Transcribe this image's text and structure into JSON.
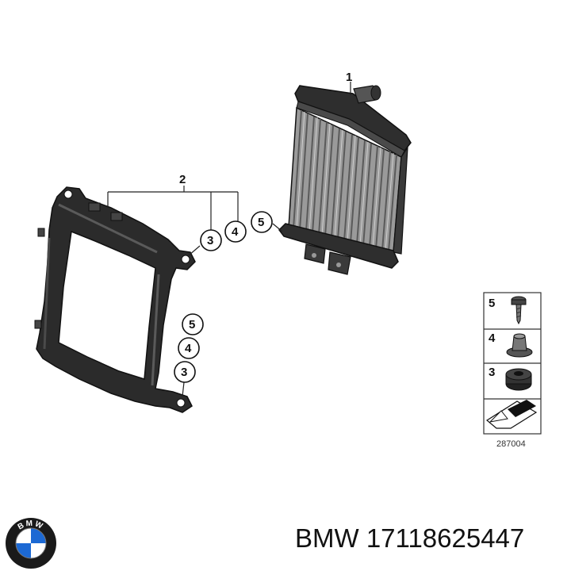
{
  "callouts": {
    "radiator": "1",
    "frame": "2",
    "grommet_upper": "3",
    "bushing_upper": "4",
    "screw_upper": "5",
    "screw_lower": "5",
    "bushing_lower": "4",
    "grommet_lower": "3"
  },
  "legend": {
    "items": [
      {
        "num": "5",
        "part": "screw-icon"
      },
      {
        "num": "4",
        "part": "bushing-icon"
      },
      {
        "num": "3",
        "part": "grommet-icon"
      }
    ],
    "diagram_id": "287004"
  },
  "footer": {
    "brand": "BMW",
    "part_number": "17118625447"
  },
  "logo": {
    "letters": "BMW",
    "colors": {
      "blue": "#1c69d4",
      "ring": "#1a1a1a",
      "white": "#ffffff"
    }
  }
}
